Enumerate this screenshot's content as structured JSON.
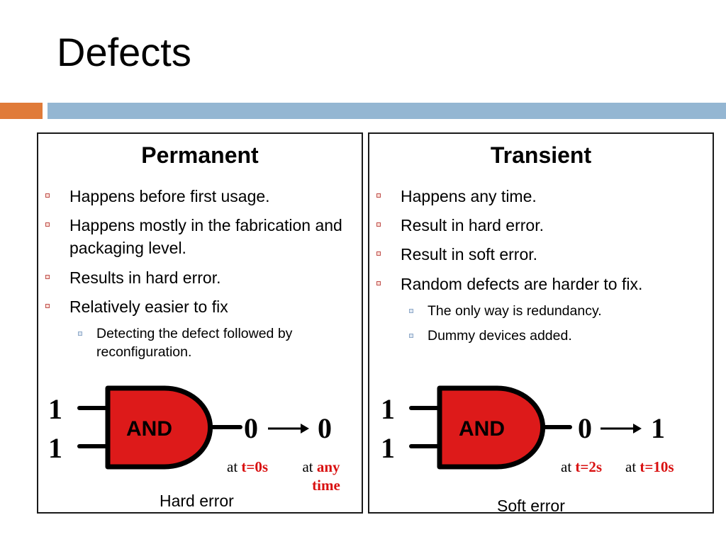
{
  "slide": {
    "title": "Defects"
  },
  "permanent": {
    "heading": "Permanent",
    "bullets": [
      "Happens before first usage.",
      "Happens mostly in the fabrication and packaging level.",
      "Results in hard error.",
      "Relatively easier to fix"
    ],
    "sub_bullets": [
      "Detecting the defect followed by reconfiguration."
    ],
    "gate": {
      "label": "AND",
      "inputs": [
        "1",
        "1"
      ],
      "output_initial": "0",
      "output_final": "0",
      "time1_prefix": "at",
      "time1_value": "t=0s",
      "time2_prefix": "at",
      "time2_value": "any",
      "time2_value_line2": "time"
    },
    "caption": "Hard error"
  },
  "transient": {
    "heading": "Transient",
    "bullets": [
      "Happens any time.",
      "Result in hard error.",
      "Result in soft error.",
      "Random defects are harder to fix."
    ],
    "sub_bullets": [
      "The only way is redundancy.",
      "Dummy devices added."
    ],
    "gate": {
      "label": "AND",
      "inputs": [
        "1",
        "1"
      ],
      "output_initial": "0",
      "output_final": "1",
      "time1_prefix": "at",
      "time1_value": "t=2s",
      "time2_prefix": "at",
      "time2_value": "t=10s"
    },
    "caption": "Soft error"
  },
  "colors": {
    "accent_orange": "#e07b39",
    "accent_blue": "#94b6d2",
    "gate_fill": "#dd1a1a",
    "highlight_red": "#d91010"
  }
}
